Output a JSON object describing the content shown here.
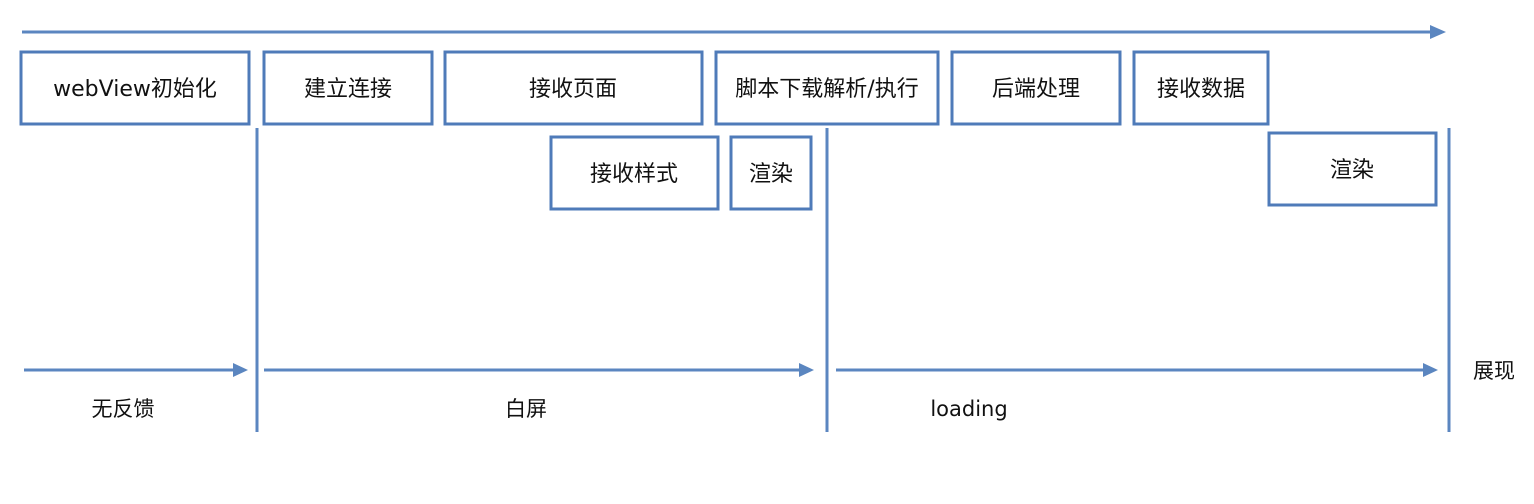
{
  "steps": {
    "webview_init": "webView初始化",
    "connect": "建立连接",
    "receive_page": "接收页面",
    "script": "脚本下载解析/执行",
    "backend": "后端处理",
    "receive_data": "接收数据",
    "receive_style": "接收样式",
    "render_1": "渲染",
    "render_2": "渲染"
  },
  "phases": {
    "no_feedback": "无反馈",
    "white_screen": "白屏",
    "loading": "loading",
    "display": "展现"
  }
}
